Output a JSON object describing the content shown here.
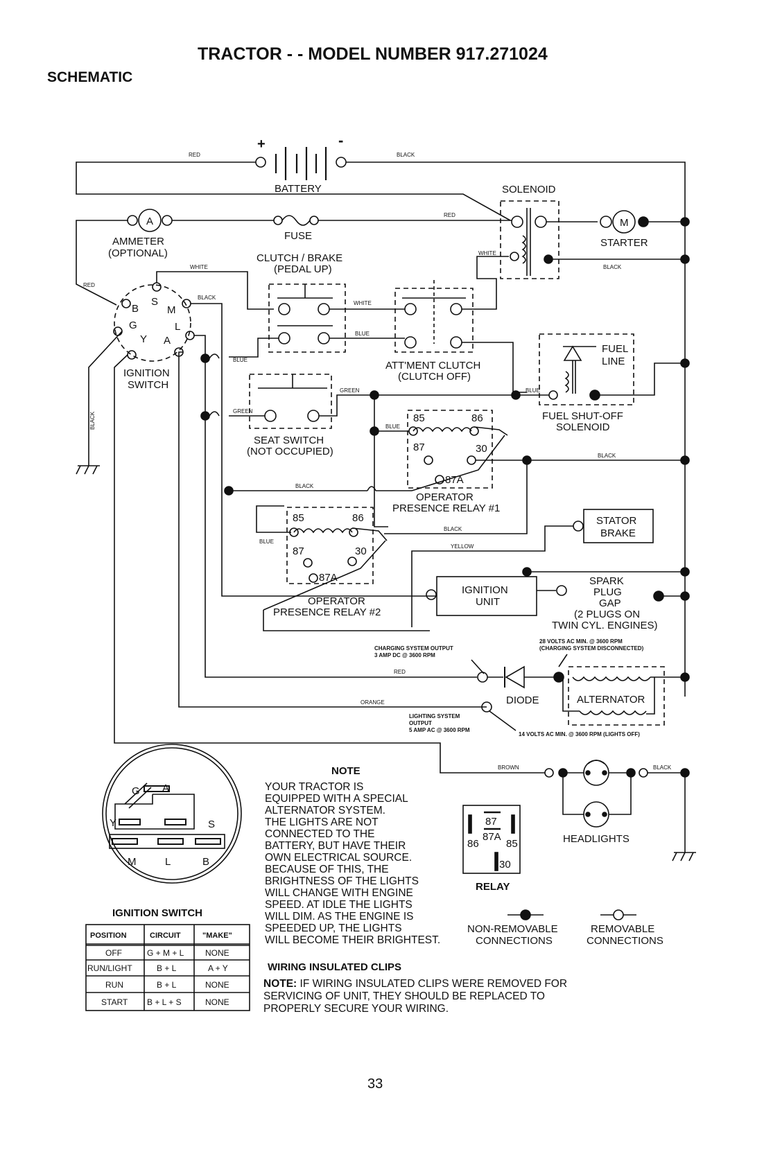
{
  "header": {
    "title": "TRACTOR - - MODEL NUMBER 917.271024",
    "section": "SCHEMATIC"
  },
  "components": {
    "battery": "BATTERY",
    "plus": "+",
    "minus": "-",
    "solenoid": "SOLENOID",
    "starter": "STARTER",
    "starter_symbol": "M",
    "ammeter_symbol": "A",
    "ammeter_1": "AMMETER",
    "ammeter_2": "(OPTIONAL)",
    "fuse": "FUSE",
    "clutch_brake_1": "CLUTCH / BRAKE",
    "clutch_brake_2": "(PEDAL UP)",
    "attachment_clutch_1": "ATT'MENT CLUTCH",
    "attachment_clutch_2": "(CLUTCH OFF)",
    "fuel_line_1": "FUEL",
    "fuel_line_2": "LINE",
    "fuel_solenoid_1": "FUEL SHUT-OFF",
    "fuel_solenoid_2": "SOLENOID",
    "ignition_switch_1": "IGNITION",
    "ignition_switch_2": "SWITCH",
    "seat_switch_1": "SEAT SWITCH",
    "seat_switch_2": "(NOT OCCUPIED)",
    "relay1_1": "OPERATOR",
    "relay1_2": "PRESENCE RELAY #1",
    "relay2_1": "OPERATOR",
    "relay2_2": "PRESENCE RELAY #2",
    "stator_brake_1": "STATOR",
    "stator_brake_2": "BRAKE",
    "ignition_unit_1": "IGNITION",
    "ignition_unit_2": "UNIT",
    "spark_1": "SPARK",
    "spark_2": "PLUG",
    "spark_3": "GAP",
    "spark_4": "(2 PLUGS ON",
    "spark_5": "TWIN CYL. ENGINES)",
    "diode": "DIODE",
    "alternator": "ALTERNATOR",
    "headlights": "HEADLIGHTS",
    "relay_caption": "RELAY",
    "switch_terminals": {
      "B": "B",
      "S": "S",
      "M": "M",
      "G": "G",
      "L": "L",
      "Y": "Y",
      "A": "A"
    },
    "relay_pins": {
      "p85": "85",
      "p86": "86",
      "p87": "87",
      "p30": "30",
      "p87a": "87A"
    }
  },
  "wire_colors": {
    "red": "RED",
    "black": "BLACK",
    "white": "WHITE",
    "blue": "BLUE",
    "green": "GREEN",
    "yellow": "YELLOW",
    "orange": "ORANGE",
    "brown": "BROWN"
  },
  "specs": {
    "charging_1": "CHARGING SYSTEM OUTPUT",
    "charging_2": "3 AMP DC @ 3600 RPM",
    "volts_28_1": "28 VOLTS AC MIN. @ 3600 RPM",
    "volts_28_2": "(CHARGING SYSTEM DISCONNECTED)",
    "lighting_1": "LIGHTING SYSTEM",
    "lighting_2": "OUTPUT",
    "lighting_3": "5 AMP AC @ 3600 RPM",
    "volts_14": "14 VOLTS AC MIN. @ 3600 RPM (LIGHTS OFF)"
  },
  "note": {
    "heading": "NOTE",
    "lines": [
      "YOUR TRACTOR IS",
      "EQUIPPED WITH A SPECIAL",
      "ALTERNATOR SYSTEM.",
      "THE LIGHTS ARE NOT",
      "CONNECTED TO THE",
      "BATTERY, BUT HAVE THEIR",
      "OWN ELECTRICAL SOURCE.",
      "BECAUSE OF THIS, THE",
      "BRIGHTNESS OF THE LIGHTS",
      "WILL CHANGE WITH ENGINE",
      "SPEED.  AT IDLE THE LIGHTS",
      "WILL DIM.  AS THE ENGINE IS",
      "SPEEDED UP, THE LIGHTS",
      "WILL BECOME THEIR BRIGHTEST."
    ]
  },
  "legend": {
    "nonremovable_1": "NON-REMOVABLE",
    "nonremovable_2": "CONNECTIONS",
    "removable_1": "REMOVABLE",
    "removable_2": "CONNECTIONS"
  },
  "clips": {
    "heading": "WIRING INSULATED CLIPS",
    "prefix": "NOTE:",
    "line1": " IF WIRING INSULATED CLIPS WERE REMOVED FOR",
    "line2": "SERVICING OF UNIT, THEY SHOULD BE REPLACED TO",
    "line3": "PROPERLY SECURE YOUR WIRING."
  },
  "ignition_table": {
    "title": "IGNITION SWITCH",
    "headers": [
      "POSITION",
      "CIRCUIT",
      "\"MAKE\""
    ],
    "rows": [
      [
        "OFF",
        "G + M + L",
        "NONE"
      ],
      [
        "RUN/LIGHT",
        "B + L",
        "A + Y"
      ],
      [
        "RUN",
        "B + L",
        "NONE"
      ],
      [
        "START",
        "B + L + S",
        "NONE"
      ]
    ]
  },
  "page_number": "33"
}
